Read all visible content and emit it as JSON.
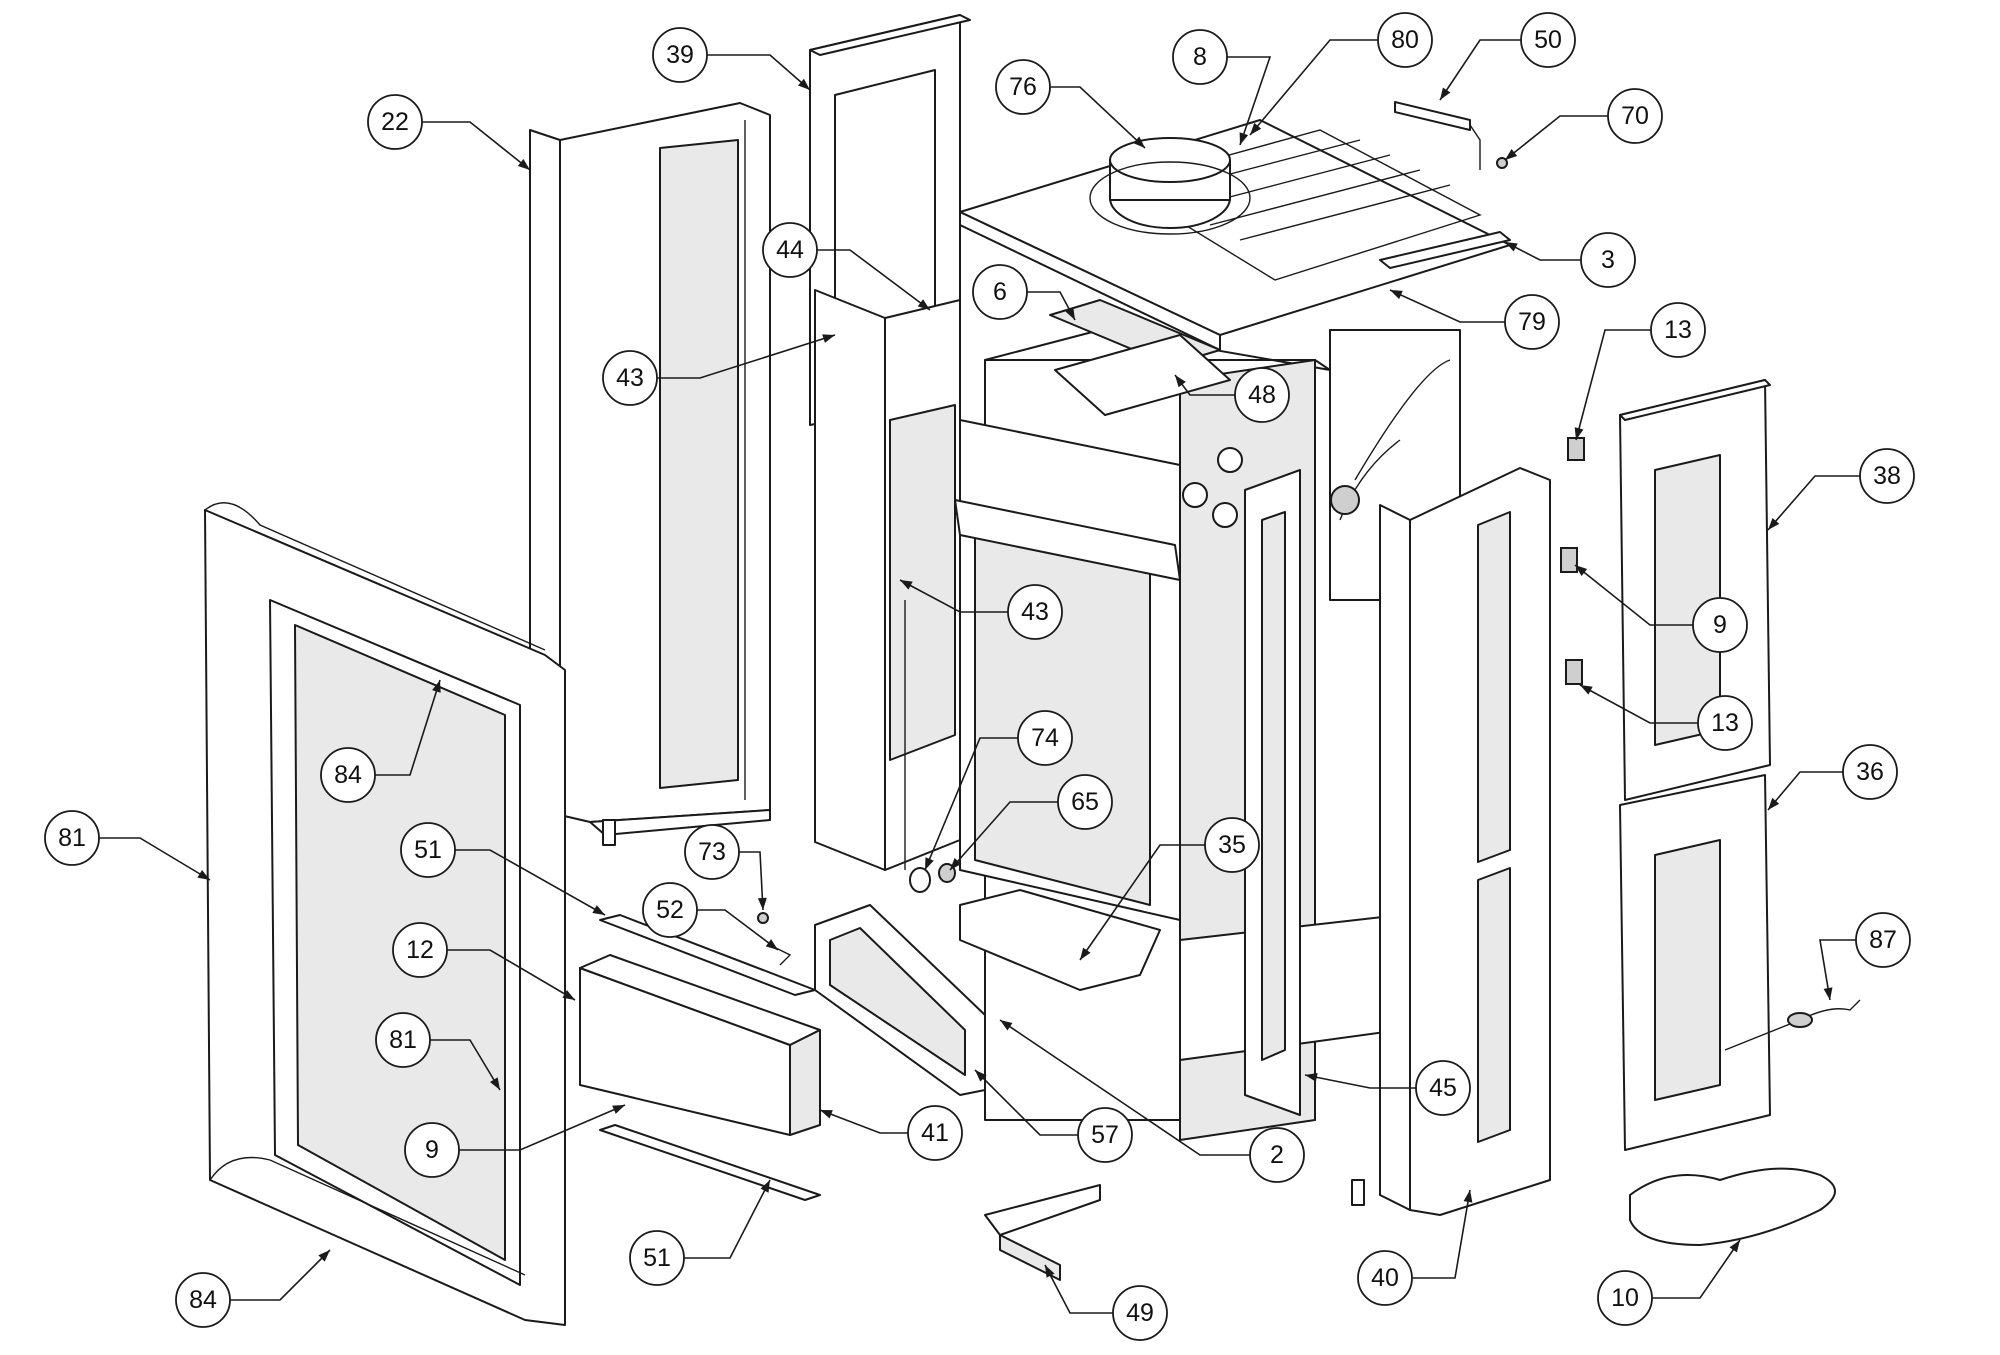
{
  "callouts": [
    {
      "label": "39"
    },
    {
      "label": "22"
    },
    {
      "label": "44"
    },
    {
      "label": "43"
    },
    {
      "label": "6"
    },
    {
      "label": "76"
    },
    {
      "label": "8"
    },
    {
      "label": "80"
    },
    {
      "label": "50"
    },
    {
      "label": "70"
    },
    {
      "label": "3"
    },
    {
      "label": "79"
    },
    {
      "label": "13"
    },
    {
      "label": "48"
    },
    {
      "label": "38"
    },
    {
      "label": "9"
    },
    {
      "label": "43"
    },
    {
      "label": "13"
    },
    {
      "label": "84"
    },
    {
      "label": "81"
    },
    {
      "label": "74"
    },
    {
      "label": "65"
    },
    {
      "label": "35"
    },
    {
      "label": "36"
    },
    {
      "label": "51"
    },
    {
      "label": "73"
    },
    {
      "label": "52"
    },
    {
      "label": "12"
    },
    {
      "label": "87"
    },
    {
      "label": "81"
    },
    {
      "label": "45"
    },
    {
      "label": "41"
    },
    {
      "label": "57"
    },
    {
      "label": "9"
    },
    {
      "label": "2"
    },
    {
      "label": "51"
    },
    {
      "label": "40"
    },
    {
      "label": "10"
    },
    {
      "label": "84"
    },
    {
      "label": "49"
    }
  ]
}
